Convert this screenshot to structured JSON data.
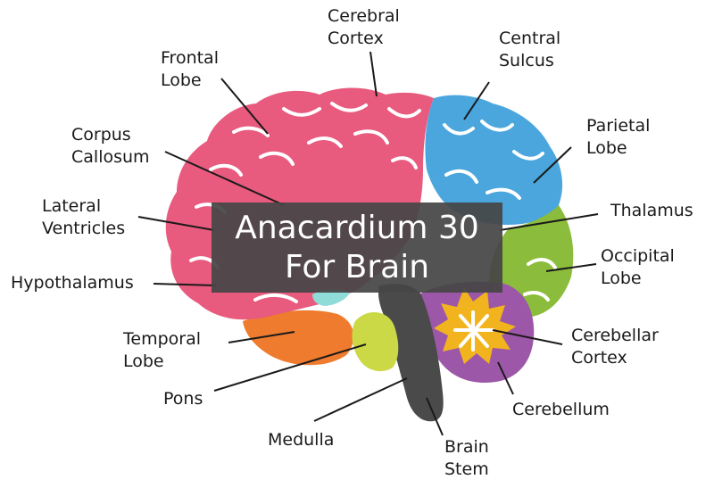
{
  "overlay": {
    "line1": "Anacardium 30",
    "line2": "For Brain"
  },
  "labels": {
    "cerebral_cortex": [
      "Cerebral",
      "Cortex"
    ],
    "frontal_lobe": [
      "Frontal",
      "Lobe"
    ],
    "central_sulcus": [
      "Central",
      "Sulcus"
    ],
    "corpus_callosum": [
      "Corpus",
      "Callosum"
    ],
    "parietal_lobe": [
      "Parietal",
      "Lobe"
    ],
    "lateral_ventricles": [
      "Lateral",
      "Ventricles"
    ],
    "thalamus": [
      "Thalamus"
    ],
    "hypothalamus": [
      "Hypothalamus"
    ],
    "occipital_lobe": [
      "Occipital",
      "Lobe"
    ],
    "temporal_lobe": [
      "Temporal",
      "Lobe"
    ],
    "cerebellar_cortex": [
      "Cerebellar",
      "Cortex"
    ],
    "pons": [
      "Pons"
    ],
    "cerebellum": [
      "Cerebellum"
    ],
    "medulla": [
      "Medulla"
    ],
    "brain_stem": [
      "Brain",
      "Stem"
    ]
  },
  "colors": {
    "frontal": "#e85a7e",
    "parietal": "#4aa6dc",
    "occipital": "#8cbc3c",
    "temporal": "#ee7b2e",
    "cerebellum": "#9c57a8",
    "cerebellar_cortex": "#f2b41e",
    "brain_stem": "#4a4a4a",
    "pons": "#cad945",
    "ventricle": "#8fdcd8",
    "overlay_bg": "#464646"
  }
}
